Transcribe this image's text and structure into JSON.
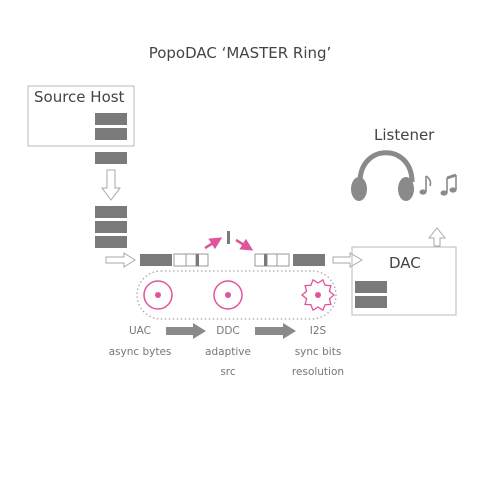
{
  "title": "PopoDAC ‘MASTER Ring’",
  "source_host": {
    "label": "Source Host"
  },
  "listener": {
    "label": "Listener",
    "icons": [
      "headphones-icon",
      "music-note-icon",
      "beamed-notes-icon"
    ]
  },
  "dac": {
    "label": "DAC"
  },
  "stages": [
    {
      "lines": [
        "UAC",
        "async bytes"
      ]
    },
    {
      "lines": [
        "DDC",
        "adaptive",
        "src"
      ]
    },
    {
      "lines": [
        "I2S",
        "sync bits",
        "resolution"
      ]
    }
  ],
  "colors": {
    "accent": "#e0559a",
    "block": "#7a7a7a",
    "outline": "#b8b8b8",
    "text": "#555555"
  }
}
